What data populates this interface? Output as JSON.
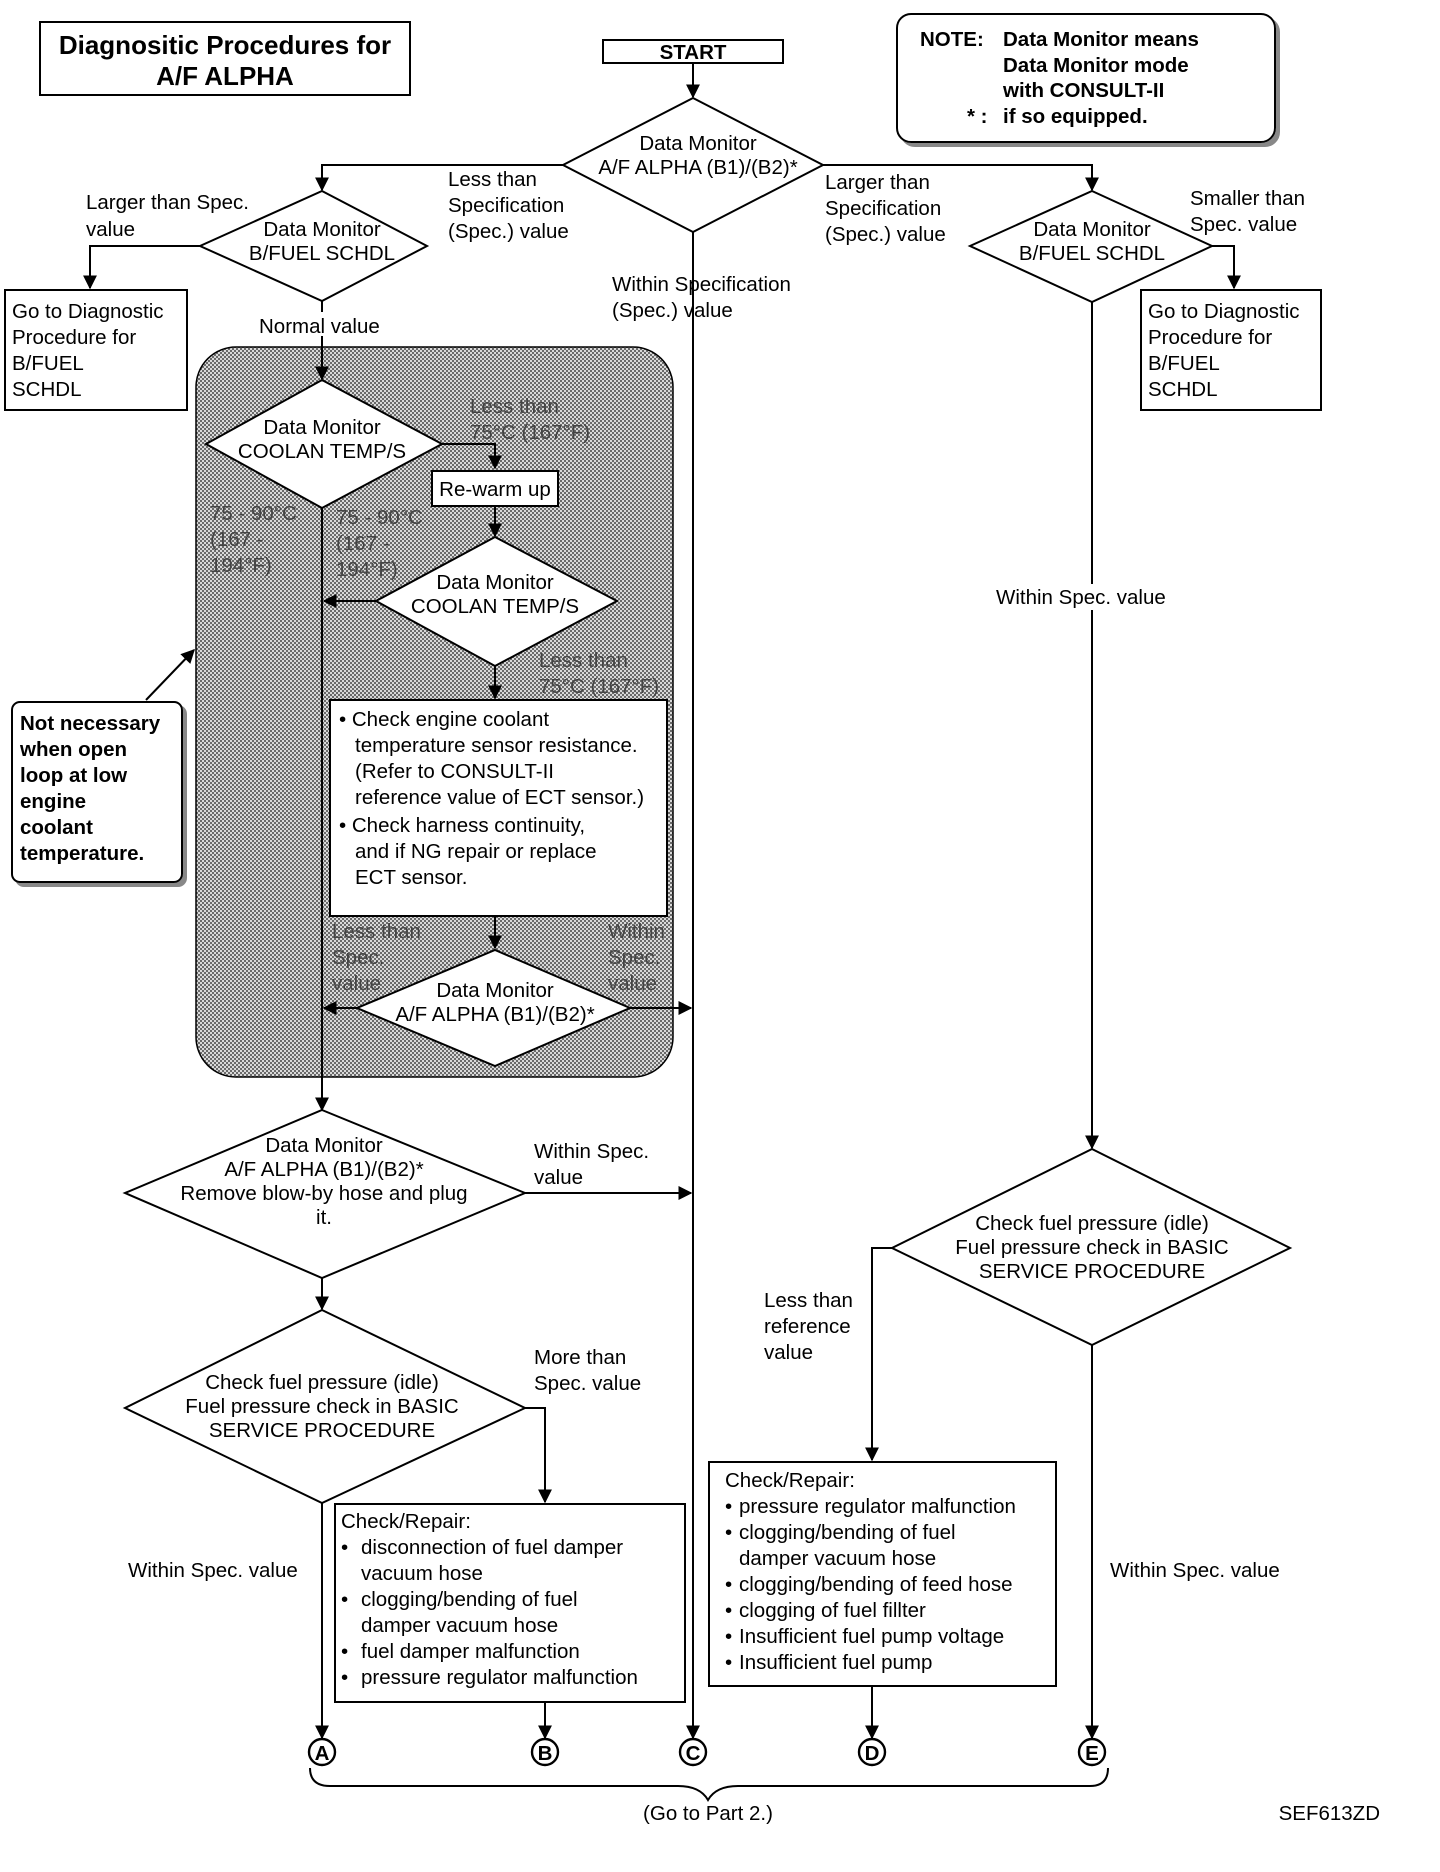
{
  "title": {
    "line1": "Diagnositic Procedures for",
    "line2": "A/F ALPHA"
  },
  "start_label": "START",
  "note": {
    "l1a": "NOTE:",
    "l1b": "Data Monitor means",
    "l2": "Data Monitor mode",
    "l3": "with CONSULT-II",
    "l4a": "* :",
    "l4b": "if so equipped."
  },
  "top_diamond": {
    "l1": "Data Monitor",
    "l2": "A/F ALPHA (B1)/(B2)*"
  },
  "labels": {
    "less_than_spec": [
      "Less than",
      "Specification",
      "(Spec.) value"
    ],
    "larger_than_spec_right": [
      "Larger than",
      "Specification",
      "(Spec.) value"
    ],
    "within_spec_center": [
      "Within Specification",
      "(Spec.) value"
    ],
    "larger_than_spec_left": [
      "Larger than Spec.",
      "value"
    ],
    "smaller_than_spec": [
      "Smaller than",
      "Spec. value"
    ],
    "normal_value": "Normal value",
    "less_than_75_a": [
      "Less than",
      "75°C (167°F)"
    ],
    "range_75_90_left": [
      "75 - 90°C",
      "(167 -",
      "194°F)"
    ],
    "range_75_90_right": [
      "75 - 90°C",
      "(167 -",
      "194°F)"
    ],
    "less_than_75_b": [
      "Less than",
      "75°C (167°F)"
    ],
    "less_than_spec_value": [
      "Less than",
      "Spec.",
      "value"
    ],
    "within_spec_value_shaded": [
      "Within",
      "Spec.",
      "value"
    ],
    "within_spec_right_col": "Within Spec. value",
    "within_spec_blowby": [
      "Within Spec.",
      "value"
    ],
    "less_than_reference": [
      "Less than",
      "reference",
      "value"
    ],
    "more_than_spec": [
      "More than",
      "Spec. value"
    ],
    "within_spec_a": "Within Spec. value",
    "within_spec_e": "Within Spec. value"
  },
  "bfuel_left": {
    "l1": "Data Monitor",
    "l2": "B/FUEL SCHDL"
  },
  "bfuel_right": {
    "l1": "Data Monitor",
    "l2": "B/FUEL SCHDL"
  },
  "goto_left": [
    "Go to Diagnostic",
    "Procedure for",
    "B/FUEL",
    "SCHDL"
  ],
  "goto_right": [
    "Go to Diagnostic",
    "Procedure for",
    "B/FUEL",
    "SCHDL"
  ],
  "coolant_1": {
    "l1": "Data Monitor",
    "l2": "COOLAN TEMP/S"
  },
  "rewarm": "Re-warm up",
  "coolant_2": {
    "l1": "Data Monitor",
    "l2": "COOLAN TEMP/S"
  },
  "check_box": [
    "• Check engine coolant",
    "temperature sensor resistance.",
    "(Refer to CONSULT-II",
    "reference value of ECT sensor.)",
    "• Check harness continuity,",
    "and if NG repair or replace",
    "ECT sensor."
  ],
  "af_alpha_shaded": {
    "l1": "Data Monitor",
    "l2": "A/F ALPHA (B1)/(B2)*"
  },
  "side_note": [
    "Not necessary",
    "when open",
    "loop at low",
    "engine",
    "coolant",
    "temperature."
  ],
  "blowby_diamond": {
    "l1": "Data Monitor",
    "l2": "A/F ALPHA (B1)/(B2)*",
    "l3": "Remove blow-by hose and plug",
    "l4": "it."
  },
  "fuel_left": {
    "l1": "Check fuel pressure (idle)",
    "l2": "Fuel pressure check in BASIC",
    "l3": "SERVICE PROCEDURE"
  },
  "fuel_right": {
    "l1": "Check fuel pressure (idle)",
    "l2": "Fuel pressure check in BASIC",
    "l3": "SERVICE PROCEDURE"
  },
  "repair_b": {
    "heading": "Check/Repair:",
    "items": [
      "disconnection of fuel damper",
      "vacuum hose",
      "clogging/bending of fuel",
      "damper vacuum hose",
      "fuel damper malfunction",
      "pressure regulator malfunction"
    ]
  },
  "repair_d": {
    "heading": "Check/Repair:",
    "items": [
      "pressure regulator malfunction",
      "clogging/bending of fuel",
      "damper vacuum hose",
      "clogging/bending of feed hose",
      "clogging of fuel fillter",
      "Insufficient fuel pump voltage",
      "Insufficient fuel pump"
    ]
  },
  "connectors": [
    "A",
    "B",
    "C",
    "D",
    "E"
  ],
  "footer": "(Go to Part 2.)",
  "ref_code": "SEF613ZD",
  "colors": {
    "shade": "#9a9a9a",
    "line": "#000000",
    "background": "#ffffff"
  }
}
